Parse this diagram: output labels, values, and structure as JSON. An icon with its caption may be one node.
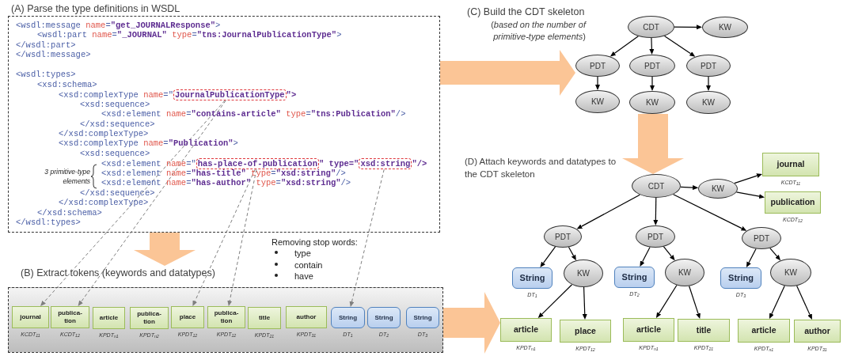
{
  "diagram": {
    "nodes": [
      {
        "text": [
          "(A) Parse the type definitions in WSDL",
          "<wsdl:message name=\"get_JOURNALResponse\">",
          "<wsdl:part name=\"_JOURNAL\" type=\"tns:JournalPublicationType\">",
          "</wsdl:part>",
          "</wsdl:message>",
          "<wsdl:types>",
          "<xsd:schema>",
          "<xsd:complexType name=\"",
          "\">",
          "<xsd:sequence>",
          "<xsd:element name=\"contains-article\" type=\"tns:Publication\"/>",
          "</xsd:sequence>",
          "</xsd:complexType>",
          "<xsd:complexType name=\"Publication\">",
          "<xsd:sequence>",
          "<xsd:element name=\"",
          "\" type=\"",
          "\"/>",
          "<xsd:element name=\"has-title\" type=\"xsd:string\"/>",
          "<xsd:element name=\"has-author\" type=\"xsd:string\"/>",
          "</xsd:sequence>",
          "</xsd:complexType>",
          "</xsd:schema>",
          "</wsdl:types>"
        ]
      },
      {
        "text": [
          "JournalPublicationType"
        ],
        "in": 0
      },
      {
        "text": [
          "has-place-of-publication"
        ],
        "in": 0
      },
      {
        "text": [
          "xsd:string"
        ],
        "in": 0
      },
      {
        "text": [
          "(B) Extract tokens (keywords and datatypes)"
        ]
      },
      {
        "text": [
          "journal"
        ],
        "in": 4,
        "beside": [
          "KCDT$_{11}$"
        ]
      },
      {
        "text": [
          "publica- tion"
        ],
        "in": 4,
        "beside": [
          "KCDT$_{12}$"
        ]
      },
      {
        "text": [
          "article"
        ],
        "in": 4,
        "beside": [
          "KPDT$_{n1}$"
        ]
      },
      {
        "text": [
          "publica- tion"
        ],
        "in": 4,
        "beside": [
          "KPDT$_{n2}$"
        ]
      },
      {
        "text": [
          "place"
        ],
        "in": 4,
        "beside": [
          "KPDT$_{12}$"
        ]
      },
      {
        "text": [
          "publica- tion"
        ],
        "in": 4,
        "beside": [
          "KPDT$_{12}$"
        ]
      },
      {
        "text": [
          "title"
        ],
        "in": 4,
        "beside": [
          "KPDT$_{21}$"
        ]
      },
      {
        "text": [
          "author"
        ],
        "in": 4,
        "beside": [
          "KPDT$_{31}$"
        ]
      },
      {
        "text": [
          "String"
        ],
        "in": 4,
        "beside": [
          "DT$_{1}$"
        ]
      },
      {
        "text": [
          "String"
        ],
        "in": 4,
        "beside": [
          "DT$_{2}$"
        ]
      },
      {
        "text": [
          "String"
        ],
        "in": 4,
        "beside": [
          "DT$_{3}$"
        ]
      },
      {
        "text": [
          "CDT"
        ]
      },
      {
        "text": [
          "KW"
        ]
      },
      {
        "text": [
          "PDT"
        ]
      },
      {
        "text": [
          "PDT"
        ]
      },
      {
        "text": [
          "PDT"
        ]
      },
      {
        "text": [
          "KW"
        ]
      },
      {
        "text": [
          "KW"
        ]
      },
      {
        "text": [
          "KW"
        ]
      },
      {
        "text": [
          "CDT"
        ]
      },
      {
        "text": [
          "KW"
        ]
      },
      {
        "text": [
          "journal"
        ],
        "beside": [
          "KCDT$_{11}$"
        ]
      },
      {
        "text": [
          "publication"
        ],
        "beside": [
          "KCDT$_{12}$"
        ]
      },
      {
        "text": [
          "PDT"
        ]
      },
      {
        "text": [
          "PDT"
        ]
      },
      {
        "text": [
          "PDT"
        ]
      },
      {
        "text": [
          "String"
        ],
        "beside": [
          "DT$_{1}$"
        ]
      },
      {
        "text": [
          "KW"
        ]
      },
      {
        "text": [
          "String"
        ],
        "beside": [
          "DT$_{2}$"
        ]
      },
      {
        "text": [
          "KW"
        ]
      },
      {
        "text": [
          "String"
        ],
        "beside": [
          "DT$_{3}$"
        ]
      },
      {
        "text": [
          "KW"
        ]
      },
      {
        "text": [
          "article"
        ],
        "beside": [
          "KPDT$_{n1}$"
        ]
      },
      {
        "text": [
          "place"
        ],
        "beside": [
          "KPDT$_{12}$"
        ]
      },
      {
        "text": [
          "article"
        ],
        "beside": [
          "KPDT$_{n1}$"
        ]
      },
      {
        "text": [
          "title"
        ],
        "beside": [
          "KPDT$_{21}$"
        ]
      },
      {
        "text": [
          "article"
        ],
        "beside": [
          "KPDT$_{n1}$"
        ]
      },
      {
        "text": [
          "author"
        ],
        "beside": [
          "KPDT$_{31}$"
        ]
      }
    ],
    "edges": [
      {
        "from": 1,
        "to": 5,
        "arrow": "to",
        "style": "dashed",
        "color": "#7f7f7f"
      },
      {
        "from": 1,
        "to": 6,
        "arrow": "to",
        "style": "dashed",
        "color": "#7f7f7f"
      },
      {
        "from": 2,
        "to": 9,
        "arrow": "to",
        "style": "dashed",
        "color": "#7f7f7f"
      },
      {
        "from": 2,
        "to": 10,
        "arrow": "to",
        "style": "dashed",
        "color": "#7f7f7f"
      },
      {
        "from": 3,
        "to": 13,
        "arrow": "to",
        "style": "dashed",
        "color": "#7f7f7f"
      },
      {
        "from": 0,
        "to": 4,
        "arrow": "to",
        "style": "thick",
        "color": "#fbc596"
      },
      {
        "from": 0,
        "to": 18,
        "arrow": "to",
        "style": "thick",
        "color": "#fbc596"
      },
      {
        "from": 4,
        "to": 37,
        "arrow": "to",
        "style": "thick",
        "color": "#fbc596"
      },
      {
        "from": 22,
        "to": 24,
        "arrow": "to",
        "style": "thick",
        "color": "#fbc596"
      },
      {
        "from": 16,
        "to": 17,
        "arrow": "to"
      },
      {
        "from": 16,
        "to": 18,
        "arrow": "to"
      },
      {
        "from": 16,
        "to": 19,
        "arrow": "to"
      },
      {
        "from": 16,
        "to": 20,
        "arrow": "to"
      },
      {
        "from": 18,
        "to": 21,
        "arrow": "to"
      },
      {
        "from": 19,
        "to": 22,
        "arrow": "to"
      },
      {
        "from": 20,
        "to": 23,
        "arrow": "to"
      },
      {
        "from": 24,
        "to": 25,
        "arrow": "to"
      },
      {
        "from": 25,
        "to": 26,
        "arrow": "to"
      },
      {
        "from": 25,
        "to": 27,
        "arrow": "to"
      },
      {
        "from": 24,
        "to": 28,
        "arrow": "to"
      },
      {
        "from": 24,
        "to": 29,
        "arrow": "to"
      },
      {
        "from": 24,
        "to": 30,
        "arrow": "to"
      },
      {
        "from": 28,
        "to": 31,
        "arrow": "to"
      },
      {
        "from": 28,
        "to": 32,
        "arrow": "to"
      },
      {
        "from": 29,
        "to": 33,
        "arrow": "to"
      },
      {
        "from": 29,
        "to": 34,
        "arrow": "to"
      },
      {
        "from": 30,
        "to": 35,
        "arrow": "to"
      },
      {
        "from": 30,
        "to": 36,
        "arrow": "to"
      },
      {
        "from": 32,
        "to": 37,
        "arrow": "to"
      },
      {
        "from": 32,
        "to": 38,
        "arrow": "to"
      },
      {
        "from": 34,
        "to": 39,
        "arrow": "to"
      },
      {
        "from": 34,
        "to": 40,
        "arrow": "to"
      },
      {
        "from": 36,
        "to": 41,
        "arrow": "to"
      },
      {
        "from": 36,
        "to": 42,
        "arrow": "to"
      }
    ],
    "labels": [
      "3 primitive-type elements",
      "Removing stop words:",
      "type",
      "contain",
      "have",
      "(C) Build the CDT skeleton",
      "(*based on the number of primitive-type elements*)",
      "(D) Attach keywords and datatypes to the CDT skeleton"
    ]
  }
}
